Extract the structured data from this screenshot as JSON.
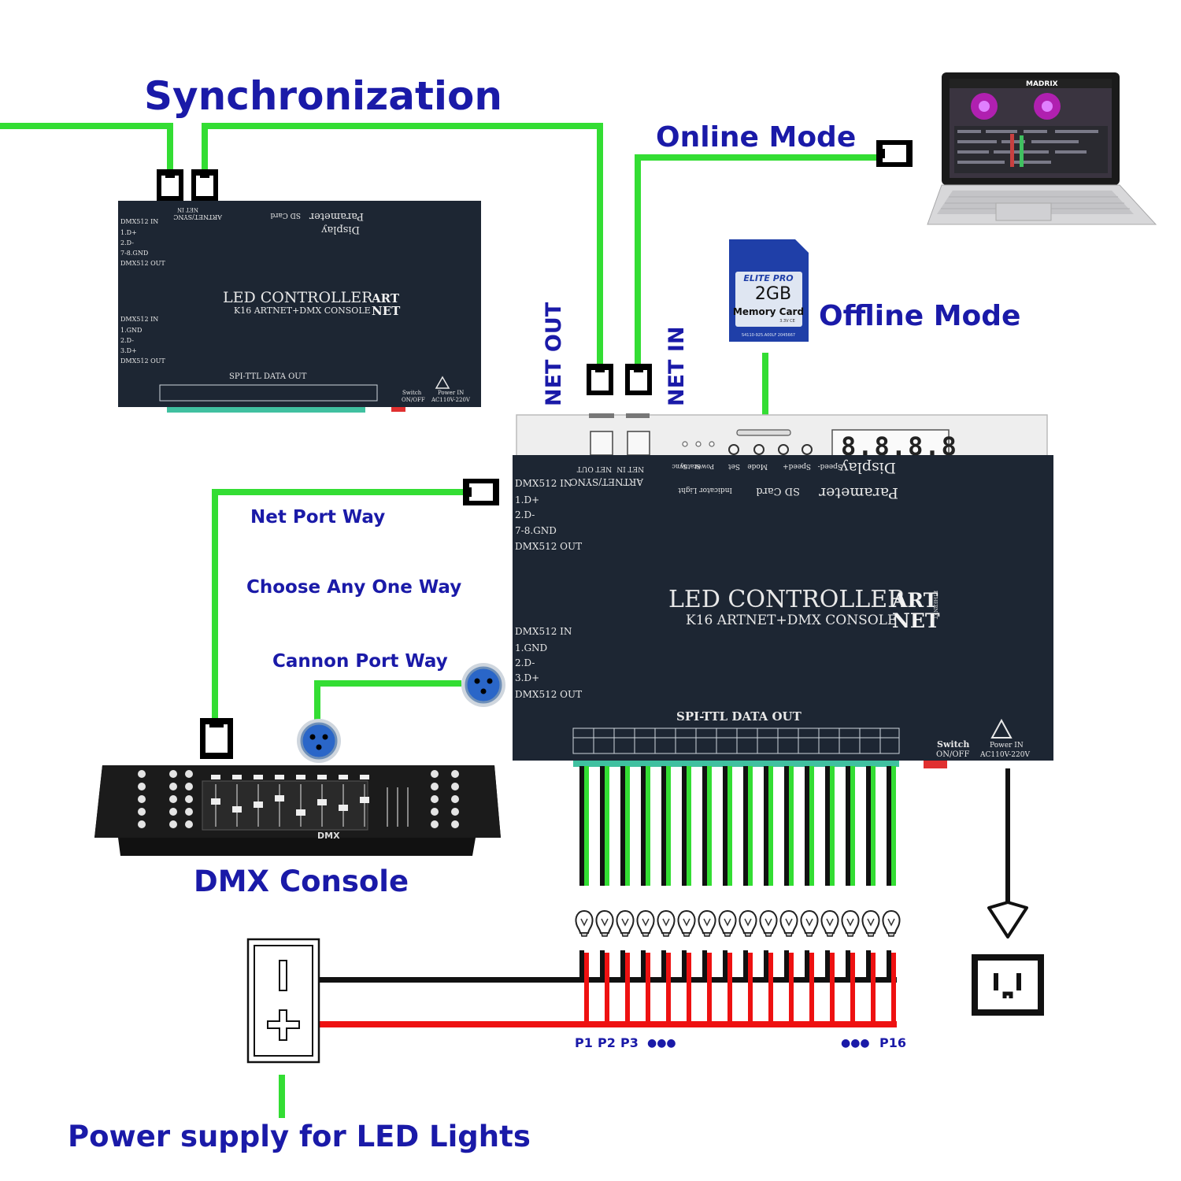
{
  "labels": {
    "synchronization": "Synchronization",
    "online_mode": "Online Mode",
    "offline_mode": "Offline Mode",
    "net_out": "NET OUT",
    "net_in": "NET IN",
    "net_port_way": "Net Port Way",
    "choose_any_one_way": "Choose Any One Way",
    "cannon_port_way": "Cannon Port Way",
    "dmx_console": "DMX Console",
    "power_supply": "Power supply for LED Lights",
    "p1": "P1",
    "p2": "P2",
    "p3": "P3",
    "p16": "P16",
    "dots": "●●●"
  },
  "controller": {
    "title": "LED CONTROLLER",
    "subtitle": "K16 ARTNET+DMX CONSOLE",
    "logo_top": "ART",
    "logo_bottom": "NET",
    "logo_side": "ETHERNET",
    "parameter": "Parameter",
    "display": "Display",
    "sd_card": "SD Card",
    "indicator_light": "Indicator Light",
    "artnet_sync": "ARTNET/SYNC",
    "port_net_out": "NET OUT",
    "port_net_in": "NET IN",
    "btn_set": "Set",
    "btn_mode": "Mode",
    "btn_speed_plus": "Speed+",
    "btn_speed_minus": "Speed-",
    "led_sync": "Sync",
    "led_status": "Status",
    "led_power": "Power",
    "dmx_in_1": "DMX512 IN",
    "pin_1d": "1.D+",
    "pin_2d": "2.D-",
    "pin_gnd": "7-8.GND",
    "dmx_out_1": "DMX512 OUT",
    "dmx_in_2": "DMX512 IN",
    "pin2_gnd": "1.GND",
    "pin2_d_minus": "2.D-",
    "pin2_d_plus": "3.D+",
    "dmx_out_2": "DMX512 OUT",
    "spi_ttl": "SPI-TTL  DATA  OUT",
    "switch": "Switch",
    "switch_sub": "ON/OFF",
    "power_in": "Power IN",
    "power_in_sub": "AC110V-220V",
    "seg_display": "8.8.8.8"
  },
  "sd": {
    "brand": "ELITE PRO",
    "capacity": "2GB",
    "type": "Memory Card",
    "voltage": "3.3V CE",
    "serial": "S4110-925.A00LF 2045667"
  },
  "laptop": {
    "app": "MADRIX"
  },
  "console": {
    "label": "DMX"
  },
  "colors": {
    "wire_green": "#33dd33",
    "text_blue": "#1a1aa8",
    "panel": "#1d2633",
    "wire_red": "#ee1111"
  }
}
